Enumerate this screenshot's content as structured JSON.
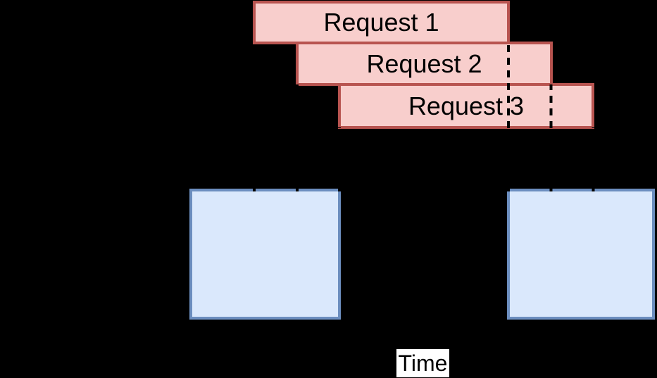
{
  "diagram": {
    "requests": [
      {
        "label": "Request 1"
      },
      {
        "label": "Request 2"
      },
      {
        "label": "Request 3"
      }
    ],
    "time_axis_label": "Time"
  },
  "colors": {
    "background": "#000000",
    "request_fill": "#F8CECC",
    "request_border": "#B85450",
    "batch_fill": "#DAE8FC",
    "batch_border": "#6C8EBF",
    "marker": "#000000",
    "label_bg": "#FFFFFF",
    "label_text": "#000000"
  }
}
